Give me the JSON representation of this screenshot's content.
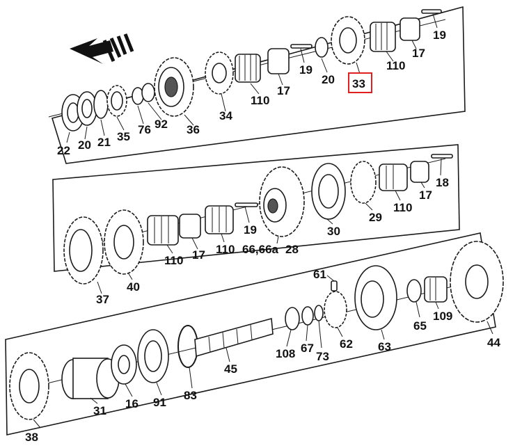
{
  "highlight_color": "#e02020",
  "direction_arrow_icon": "arrow-left-icon",
  "groups": [
    {
      "id": "top",
      "labels": [
        "22",
        "20",
        "21",
        "35",
        "76",
        "92",
        "36",
        "34",
        "110",
        "17",
        "19",
        "20",
        "33",
        "110",
        "17",
        "19"
      ],
      "highlighted": "33"
    },
    {
      "id": "middle",
      "labels": [
        "37",
        "40",
        "110",
        "17",
        "110",
        "19",
        "66,66a",
        "28",
        "30",
        "29",
        "110",
        "17",
        "18"
      ]
    },
    {
      "id": "bottom",
      "labels": [
        "38",
        "31",
        "16",
        "91",
        "83",
        "45",
        "108",
        "67",
        "73",
        "62",
        "61",
        "63",
        "65",
        "109",
        "44"
      ]
    }
  ]
}
